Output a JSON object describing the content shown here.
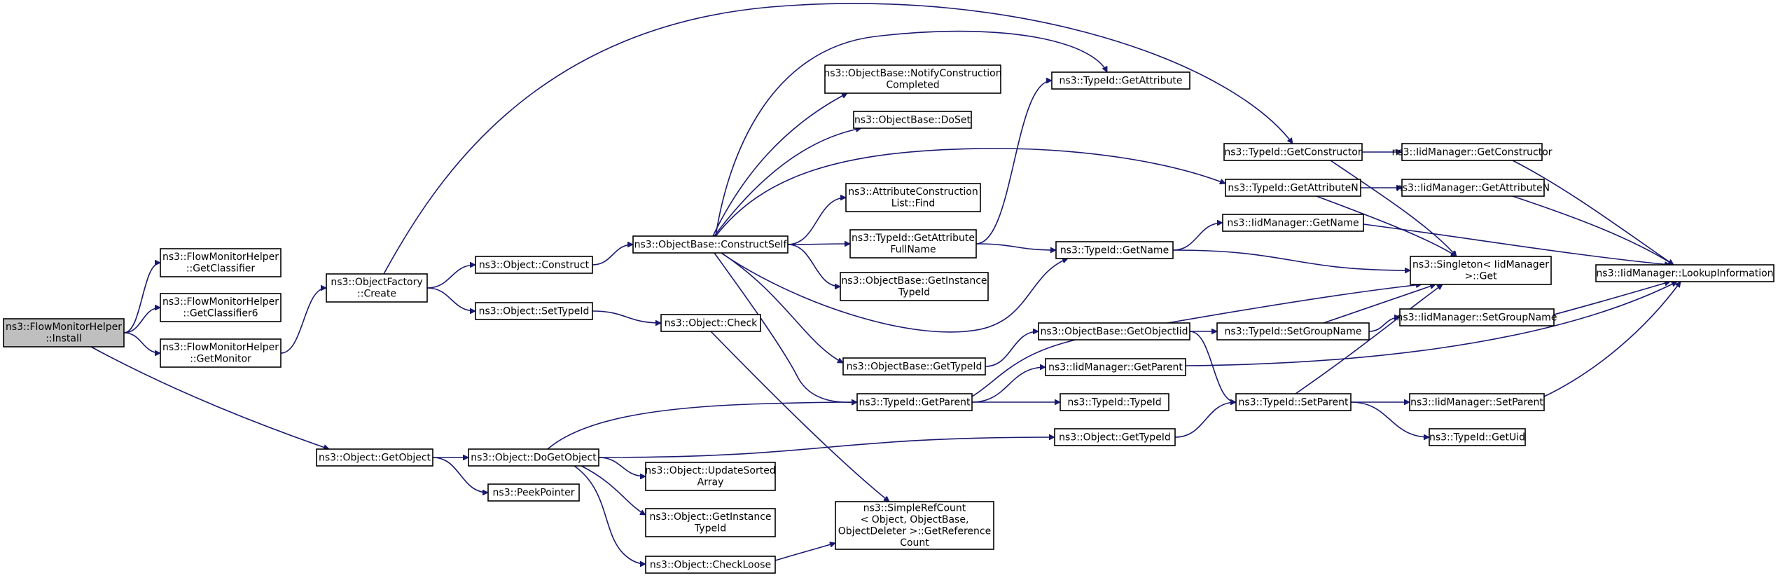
{
  "nodes": [
    {
      "id": "install",
      "lines": [
        "ns3::FlowMonitorHelper",
        "::Install"
      ]
    },
    {
      "id": "getclassifier",
      "lines": [
        "ns3::FlowMonitorHelper",
        "::GetClassifier"
      ]
    },
    {
      "id": "getclassifier6",
      "lines": [
        "ns3::FlowMonitorHelper",
        "::GetClassifier6"
      ]
    },
    {
      "id": "getmonitor",
      "lines": [
        "ns3::FlowMonitorHelper",
        "::GetMonitor"
      ]
    },
    {
      "id": "objfactory_create",
      "lines": [
        "ns3::ObjectFactory",
        "::Create"
      ]
    },
    {
      "id": "object_getobject",
      "lines": [
        "ns3::Object::GetObject"
      ]
    },
    {
      "id": "object_construct",
      "lines": [
        "ns3::Object::Construct"
      ]
    },
    {
      "id": "object_settypeid",
      "lines": [
        "ns3::Object::SetTypeId"
      ]
    },
    {
      "id": "object_dogetobject",
      "lines": [
        "ns3::Object::DoGetObject"
      ]
    },
    {
      "id": "peekpointer",
      "lines": [
        "ns3::PeekPointer"
      ]
    },
    {
      "id": "constructself",
      "lines": [
        "ns3::ObjectBase::ConstructSelf"
      ]
    },
    {
      "id": "object_check",
      "lines": [
        "ns3::Object::Check"
      ]
    },
    {
      "id": "update_sorted",
      "lines": [
        "ns3::Object::UpdateSorted",
        "Array"
      ]
    },
    {
      "id": "obj_getinstancetypeid",
      "lines": [
        "ns3::Object::GetInstance",
        "TypeId"
      ]
    },
    {
      "id": "checkloose",
      "lines": [
        "ns3::Object::CheckLoose"
      ]
    },
    {
      "id": "notifyconstruction",
      "lines": [
        "ns3::ObjectBase::NotifyConstruction",
        "Completed"
      ]
    },
    {
      "id": "doset",
      "lines": [
        "ns3::ObjectBase::DoSet"
      ]
    },
    {
      "id": "attr_list_find",
      "lines": [
        "ns3::AttributeConstruction",
        "List::Find"
      ]
    },
    {
      "id": "getattributefullname",
      "lines": [
        "ns3::TypeId::GetAttribute",
        "FullName"
      ]
    },
    {
      "id": "ob_getinstancetypeid",
      "lines": [
        "ns3::ObjectBase::GetInstance",
        "TypeId"
      ]
    },
    {
      "id": "ob_gettypeid",
      "lines": [
        "ns3::ObjectBase::GetTypeId"
      ]
    },
    {
      "id": "typeid_getparent",
      "lines": [
        "ns3::TypeId::GetParent"
      ]
    },
    {
      "id": "simplerefcount",
      "lines": [
        "ns3::SimpleRefCount",
        "< Object, ObjectBase,",
        "ObjectDeleter >::GetReference",
        "Count"
      ]
    },
    {
      "id": "typeid_getattribute",
      "lines": [
        "ns3::TypeId::GetAttribute"
      ]
    },
    {
      "id": "typeid_getname",
      "lines": [
        "ns3::TypeId::GetName"
      ]
    },
    {
      "id": "ob_getobjectiid",
      "lines": [
        "ns3::ObjectBase::GetObjectIid"
      ]
    },
    {
      "id": "iid_getparent",
      "lines": [
        "ns3::IidManager::GetParent"
      ]
    },
    {
      "id": "typeid_typeid",
      "lines": [
        "ns3::TypeId::TypeId"
      ]
    },
    {
      "id": "object_gettypeid",
      "lines": [
        "ns3::Object::GetTypeId"
      ]
    },
    {
      "id": "typeid_getconstructor",
      "lines": [
        "ns3::TypeId::GetConstructor"
      ]
    },
    {
      "id": "typeid_getattributen",
      "lines": [
        "ns3::TypeId::GetAttributeN"
      ]
    },
    {
      "id": "iid_getname",
      "lines": [
        "ns3::IidManager::GetName"
      ]
    },
    {
      "id": "typeid_setgroupname",
      "lines": [
        "ns3::TypeId::SetGroupName"
      ]
    },
    {
      "id": "typeid_setparent",
      "lines": [
        "ns3::TypeId::SetParent"
      ]
    },
    {
      "id": "iid_getconstructor",
      "lines": [
        "ns3::IidManager::GetConstructor"
      ]
    },
    {
      "id": "iid_getattributen",
      "lines": [
        "ns3::IidManager::GetAttributeN"
      ]
    },
    {
      "id": "singleton_get",
      "lines": [
        "ns3::Singleton< IidManager",
        ">::Get"
      ]
    },
    {
      "id": "iid_setgroupname",
      "lines": [
        "ns3::IidManager::SetGroupName"
      ]
    },
    {
      "id": "iid_setparent",
      "lines": [
        "ns3::IidManager::SetParent"
      ]
    },
    {
      "id": "typeid_getuid",
      "lines": [
        "ns3::TypeId::GetUid"
      ]
    },
    {
      "id": "iid_lookupinformation",
      "lines": [
        "ns3::IidManager::LookupInformation"
      ]
    }
  ],
  "edges": [
    [
      "install",
      "getclassifier"
    ],
    [
      "install",
      "getclassifier6"
    ],
    [
      "install",
      "getmonitor"
    ],
    [
      "install",
      "object_getobject"
    ],
    [
      "getmonitor",
      "objfactory_create"
    ],
    [
      "objfactory_create",
      "object_construct"
    ],
    [
      "objfactory_create",
      "object_settypeid"
    ],
    [
      "objfactory_create",
      "typeid_getconstructor"
    ],
    [
      "object_construct",
      "constructself"
    ],
    [
      "object_settypeid",
      "object_check"
    ],
    [
      "object_check",
      "simplerefcount"
    ],
    [
      "object_getobject",
      "object_dogetobject"
    ],
    [
      "object_getobject",
      "peekpointer"
    ],
    [
      "object_dogetobject",
      "typeid_getparent"
    ],
    [
      "object_dogetobject",
      "object_gettypeid"
    ],
    [
      "object_dogetobject",
      "update_sorted"
    ],
    [
      "object_dogetobject",
      "obj_getinstancetypeid"
    ],
    [
      "object_dogetobject",
      "checkloose"
    ],
    [
      "checkloose",
      "simplerefcount"
    ],
    [
      "constructself",
      "notifyconstruction"
    ],
    [
      "constructself",
      "doset"
    ],
    [
      "constructself",
      "attr_list_find"
    ],
    [
      "constructself",
      "getattributefullname"
    ],
    [
      "constructself",
      "ob_getinstancetypeid"
    ],
    [
      "constructself",
      "ob_gettypeid"
    ],
    [
      "constructself",
      "typeid_getparent"
    ],
    [
      "constructself",
      "typeid_getattribute"
    ],
    [
      "constructself",
      "typeid_getattributen"
    ],
    [
      "constructself",
      "typeid_getname"
    ],
    [
      "getattributefullname",
      "typeid_getattribute"
    ],
    [
      "getattributefullname",
      "typeid_getname"
    ],
    [
      "ob_gettypeid",
      "ob_getobjectiid"
    ],
    [
      "typeid_getparent",
      "iid_getparent"
    ],
    [
      "typeid_getparent",
      "typeid_typeid"
    ],
    [
      "typeid_getparent",
      "singleton_get"
    ],
    [
      "ob_getobjectiid",
      "typeid_setgroupname"
    ],
    [
      "ob_getobjectiid",
      "typeid_setparent"
    ],
    [
      "object_gettypeid",
      "typeid_setparent"
    ],
    [
      "typeid_getconstructor",
      "iid_getconstructor"
    ],
    [
      "typeid_getconstructor",
      "singleton_get"
    ],
    [
      "typeid_getattributen",
      "iid_getattributen"
    ],
    [
      "typeid_getattributen",
      "singleton_get"
    ],
    [
      "typeid_getname",
      "iid_getname"
    ],
    [
      "typeid_getname",
      "singleton_get"
    ],
    [
      "typeid_setgroupname",
      "iid_setgroupname"
    ],
    [
      "typeid_setgroupname",
      "singleton_get"
    ],
    [
      "typeid_setparent",
      "iid_setparent"
    ],
    [
      "typeid_setparent",
      "typeid_getuid"
    ],
    [
      "typeid_setparent",
      "singleton_get"
    ],
    [
      "iid_getparent",
      "iid_lookupinformation"
    ],
    [
      "iid_getconstructor",
      "iid_lookupinformation"
    ],
    [
      "iid_getattributen",
      "iid_lookupinformation"
    ],
    [
      "iid_getname",
      "iid_lookupinformation"
    ],
    [
      "iid_setgroupname",
      "iid_lookupinformation"
    ],
    [
      "iid_setparent",
      "iid_lookupinformation"
    ]
  ],
  "colors": {
    "edge": "#191970",
    "root_fill": "#bfbfbf",
    "node_fill": "#ffffff",
    "node_border": "#000000"
  }
}
